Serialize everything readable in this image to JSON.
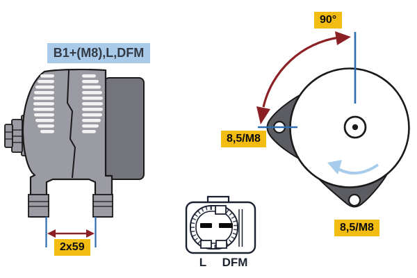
{
  "colors": {
    "background": "#ffffff",
    "label_yellow": "#f2bc13",
    "label_blue_bg": "#a9cbe9",
    "dimension_blue": "#2e6cb0",
    "arrow_dark_red": "#8b2025",
    "rotation_arrow_blue": "#a7cbea",
    "body_gray": "#9b9ba3",
    "rear_housing_gray": "#74747c",
    "lug_gray": "#5c5c63",
    "fin_white": "#f4f4f4",
    "outline_black": "#1a1a1a",
    "connector_ink": "#1b2030"
  },
  "side_view": {
    "terminal_label": "B1+(M8),L,DFM",
    "span_dimension": "2x59"
  },
  "front_view": {
    "angle": "90°",
    "left_mount_hole": "8,5/M8",
    "bottom_mount_hole": "8,5/M8"
  },
  "connector": {
    "pin_labels": [
      "L",
      "DFM"
    ]
  }
}
